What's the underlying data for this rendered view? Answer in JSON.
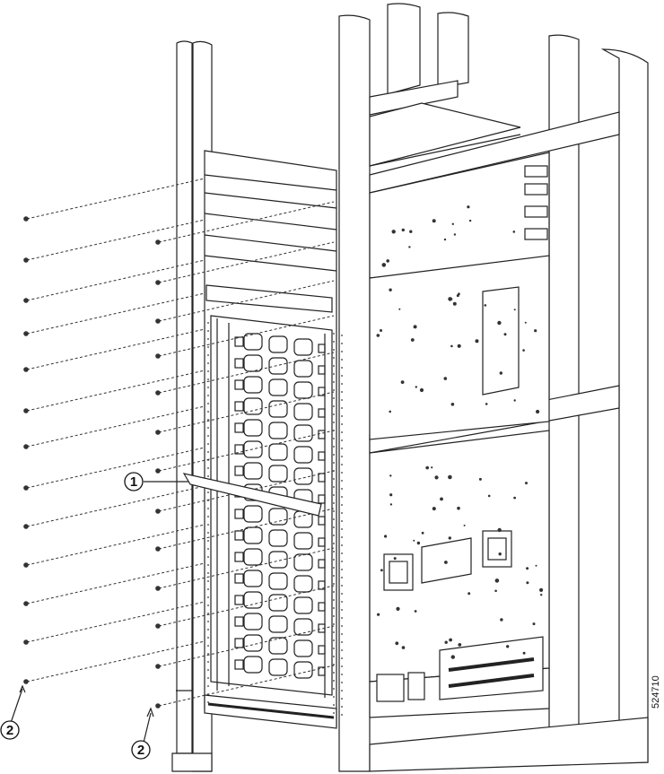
{
  "figure": {
    "id_text": "524710"
  },
  "callouts": [
    {
      "label": "1"
    },
    {
      "label": "2"
    },
    {
      "label": "2"
    }
  ]
}
